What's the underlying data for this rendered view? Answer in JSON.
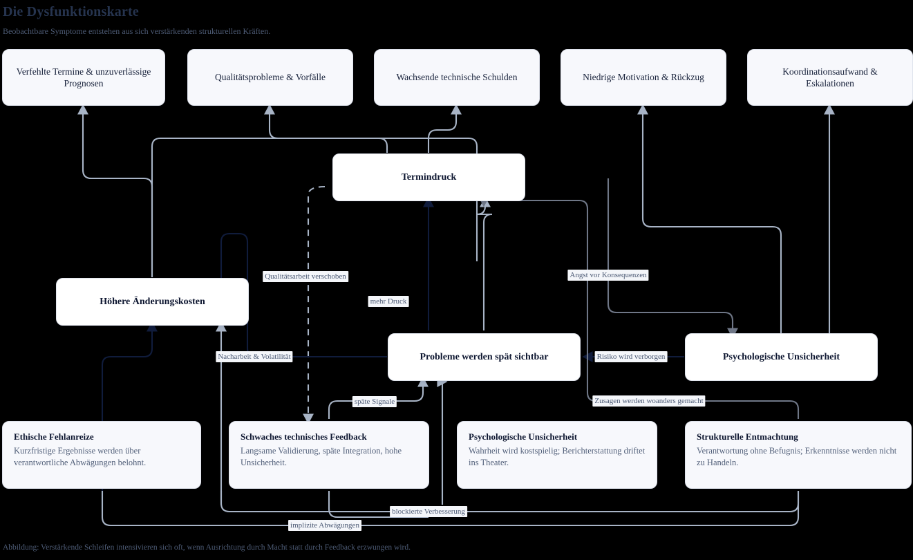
{
  "header": {
    "title": "Die Dysfunktionskarte",
    "subtitle": "Beobachtbare Symptome entstehen aus sich verstärkenden strukturellen Kräften."
  },
  "footer": {
    "caption": "Abbildung: Verstärkende Schleifen intensivieren sich oft, wenn Ausrichtung durch Macht statt durch Feedback erzwungen wird."
  },
  "colors": {
    "background": "#000000",
    "symptom_fill": "#f7f8fc",
    "core_fill": "#ffffff",
    "edge_light": "#a8b4c6",
    "edge_dark": "#101c3c",
    "edge_mid": "#6f7787",
    "title": "#26344f",
    "body_text": "#515f79"
  },
  "symptoms": [
    {
      "id": "sym-verfehlte-termine",
      "label": "Verfehlte Termine & unzuverlässige Prognosen"
    },
    {
      "id": "sym-qualitaetsprobleme",
      "label": "Qualitätsprobleme & Vorfälle"
    },
    {
      "id": "sym-technische-schulden",
      "label": "Wachsende technische Schulden"
    },
    {
      "id": "sym-niedrige-motivation",
      "label": "Niedrige Motivation & Rückzug"
    },
    {
      "id": "sym-koordinationsaufwand",
      "label": "Koordinationsaufwand & Eskalationen"
    }
  ],
  "core_nodes": [
    {
      "id": "core-termindruck",
      "label": "Termindruck"
    },
    {
      "id": "core-aenderungskosten",
      "label": "Höhere Änderungskosten"
    },
    {
      "id": "core-spaet-sichtbar",
      "label": "Probleme werden spät sichtbar"
    },
    {
      "id": "core-psych-unsicherheit",
      "label": "Psychologische Unsicherheit"
    }
  ],
  "root_causes": [
    {
      "id": "root-ethische-fehlanreize",
      "title": "Ethische Fehlanreize",
      "desc": "Kurzfristige Ergebnisse werden über verantwortliche Abwägungen belohnt."
    },
    {
      "id": "root-schwaches-feedback",
      "title": "Schwaches technisches Feedback",
      "desc": "Langsame Validierung, späte Integration, hohe Unsicherheit."
    },
    {
      "id": "root-psych-unsicherheit",
      "title": "Psychologische Unsicherheit",
      "desc": "Wahrheit wird kostspielig; Berichterstattung driftet ins Theater."
    },
    {
      "id": "root-strukturelle-entmachtung",
      "title": "Strukturelle Entmachtung",
      "desc": "Verantwortung ohne Befugnis; Erkenntnisse werden nicht zu Handeln."
    }
  ],
  "edge_labels": [
    {
      "id": "lbl-qualitaetsarbeit",
      "text": "Qualitätsarbeit verschoben"
    },
    {
      "id": "lbl-mehr-druck",
      "text": "mehr Druck"
    },
    {
      "id": "lbl-angst",
      "text": "Angst vor Konsequenzen"
    },
    {
      "id": "lbl-nacharbeit",
      "text": "Nacharbeit & Volatilität"
    },
    {
      "id": "lbl-risiko",
      "text": "Risiko wird verborgen"
    },
    {
      "id": "lbl-spaete-signale",
      "text": "späte Signale"
    },
    {
      "id": "lbl-zusagen",
      "text": "Zusagen werden woanders gemacht"
    },
    {
      "id": "lbl-blockierte-verbesserung",
      "text": "blockierte Verbesserung"
    },
    {
      "id": "lbl-implizite-abwaegungen",
      "text": "implizite Abwägungen"
    }
  ]
}
